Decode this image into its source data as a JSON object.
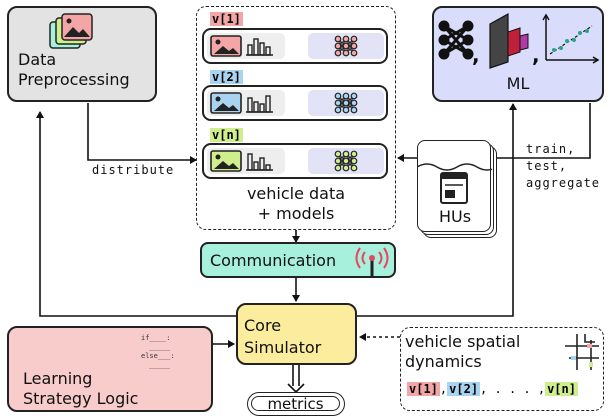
{
  "data_preprocessing": {
    "label_line1": "Data",
    "label_line2": "Preprocessing"
  },
  "vehicles": [
    {
      "tag": "v[1]",
      "color": "#f4a6a6"
    },
    {
      "tag": "v[2]",
      "color": "#a8d4f2"
    },
    {
      "tag": "v[n]",
      "color": "#cfee8e"
    }
  ],
  "vehicle_panel": {
    "label_line1": "vehicle data",
    "label_line2": "+ models"
  },
  "ml": {
    "label": "ML"
  },
  "hus": {
    "label": "HUs"
  },
  "edges": {
    "distribute": "distribute",
    "train": "train,",
    "test": "test,",
    "aggregate": "aggregate"
  },
  "communication": {
    "label": "Communication"
  },
  "core": {
    "label_line1": "Core",
    "label_line2": "Simulator"
  },
  "learning": {
    "label_line1": "Learning",
    "label_line2": "Strategy Logic",
    "code_if": "if____:",
    "code_else": "else___:"
  },
  "spatial": {
    "label_line1": "vehicle spatial",
    "label_line2": "dynamics",
    "tags": [
      "v[1]",
      "v[2]",
      "v[n]"
    ],
    "sep": ",",
    "ellipsis": ", . . . ,"
  },
  "metrics": {
    "label": "metrics"
  },
  "colors": {
    "preprocessing": "#e3e3e3",
    "ml": "#dadcfb",
    "communication": "#a6f0dc",
    "core": "#fbec9e",
    "learning": "#f9cccc"
  }
}
